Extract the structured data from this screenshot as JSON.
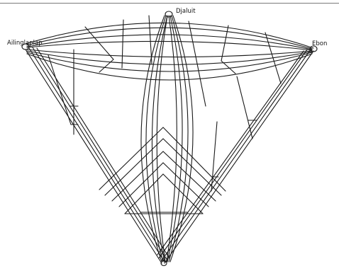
{
  "chart_labels": {
    "top": "Djaluit",
    "left": "Ailinglaplap",
    "right": "Ebon"
  },
  "style": {
    "ink": "#1a1a1a",
    "background": "#ffffff",
    "rule": "#7a7a7a"
  }
}
